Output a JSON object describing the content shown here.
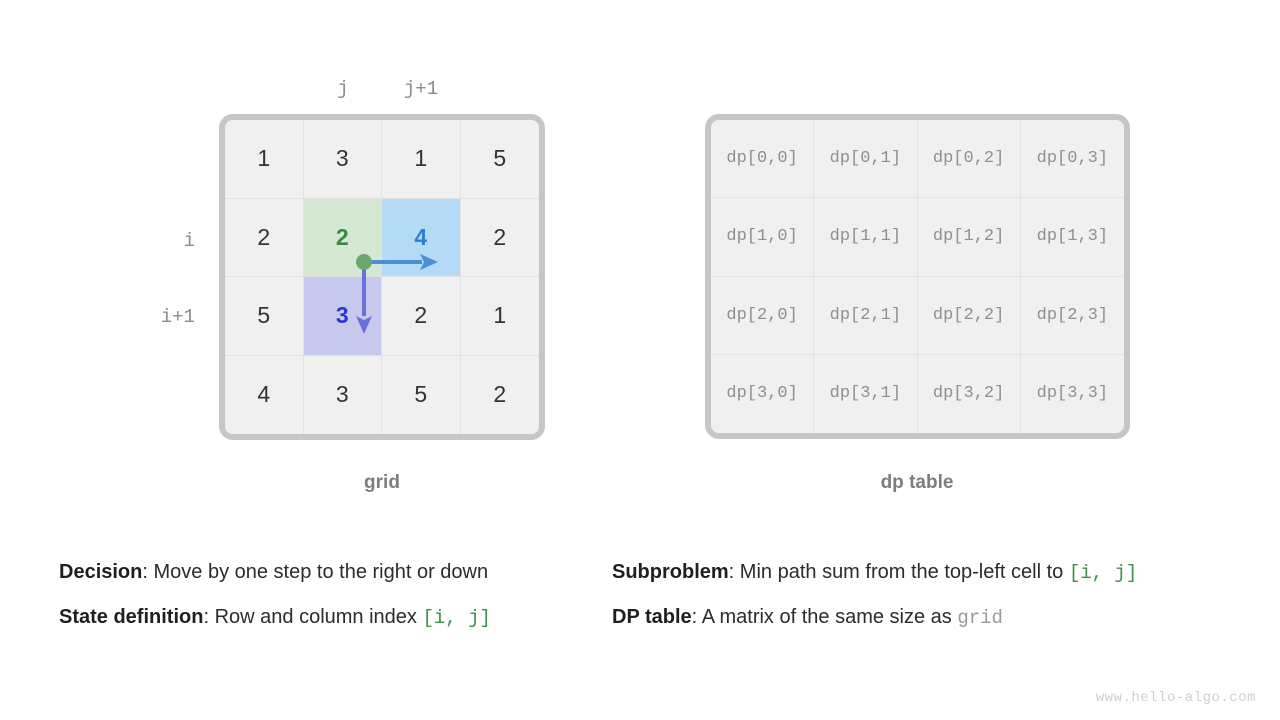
{
  "colors": {
    "frame_border": "#c6c6c6",
    "cell_bg": "#f0f0f0",
    "cell_line": "#e2e2e2",
    "highlight_green": "#d4e8d3",
    "highlight_blue": "#b4daf5",
    "highlight_purple": "#c6c9ed",
    "text_green": "#3a8a40",
    "text_blue": "#2b7fd4",
    "text_indigo": "#2b35d0",
    "arrow_blue": "#4a90d9",
    "arrow_indigo": "#6a72d9",
    "dot_green": "#6aa96e",
    "label_gray": "#8c8c8c",
    "caption_gray": "#7d7d7d",
    "watermark_gray": "#cfcfcf"
  },
  "grid_panel": {
    "caption": "grid",
    "column_labels": [
      {
        "text": "j",
        "col": 1
      },
      {
        "text": "j+1",
        "col": 2
      }
    ],
    "row_labels": [
      {
        "text": "i",
        "row": 1
      },
      {
        "text": "i+1",
        "row": 2
      }
    ],
    "values": [
      [
        "1",
        "3",
        "1",
        "5"
      ],
      [
        "2",
        "2",
        "4",
        "2"
      ],
      [
        "5",
        "3",
        "2",
        "1"
      ],
      [
        "4",
        "3",
        "5",
        "2"
      ]
    ],
    "highlights": [
      {
        "row": 1,
        "col": 1,
        "fill": "green",
        "text_style": "green"
      },
      {
        "row": 1,
        "col": 2,
        "fill": "blue",
        "text_style": "blue"
      },
      {
        "row": 2,
        "col": 1,
        "fill": "purple",
        "text_style": "indigo"
      }
    ],
    "arrows": [
      {
        "name": "move-right-arrow",
        "direction": "right",
        "color": "#4a90d9"
      },
      {
        "name": "move-down-arrow",
        "direction": "down",
        "color": "#6a72d9"
      }
    ],
    "origin_dot": {
      "name": "current-position-dot",
      "color": "#6aa96e"
    }
  },
  "dp_panel": {
    "caption": "dp table",
    "values": [
      [
        "dp[0,0]",
        "dp[0,1]",
        "dp[0,2]",
        "dp[0,3]"
      ],
      [
        "dp[1,0]",
        "dp[1,1]",
        "dp[1,2]",
        "dp[1,3]"
      ],
      [
        "dp[2,0]",
        "dp[2,1]",
        "dp[2,2]",
        "dp[2,3]"
      ],
      [
        "dp[3,0]",
        "dp[3,1]",
        "dp[3,2]",
        "dp[3,3]"
      ]
    ]
  },
  "notes": {
    "left": [
      {
        "label": "Decision",
        "sep": ": ",
        "text": "Move by one step to the right or down",
        "code": "",
        "code_style": ""
      },
      {
        "label": "State definition",
        "sep": ": ",
        "text": "Row and column index ",
        "code": "[i, j]",
        "code_style": "green"
      }
    ],
    "right": [
      {
        "label": "Subproblem",
        "sep": ": ",
        "text": "Min path sum from the top-left cell to ",
        "code": "[i, j]",
        "code_style": "green"
      },
      {
        "label": "DP table",
        "sep": ": ",
        "text": "A matrix of the same size as ",
        "code": "grid",
        "code_style": "gray"
      }
    ]
  },
  "watermark": "www.hello-algo.com"
}
